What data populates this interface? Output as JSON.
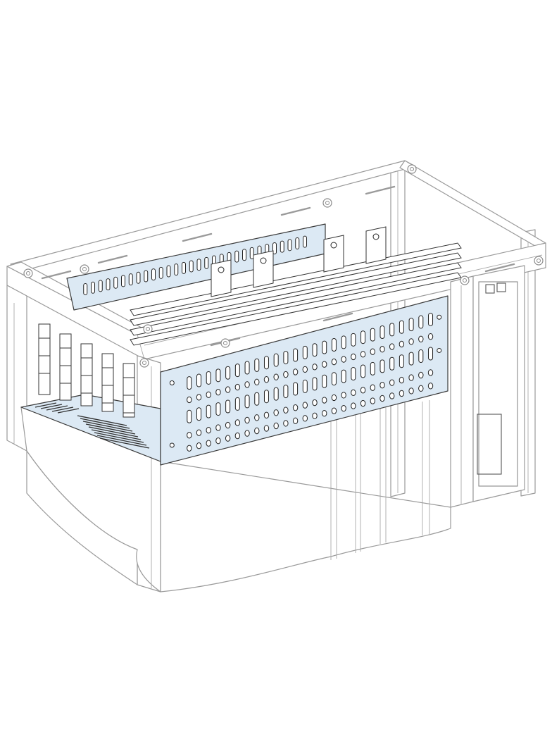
{
  "colors": {
    "panel_fill": "#dce9f4",
    "frame_stroke": "#9a9a9a",
    "line_dark": "#333333",
    "background": "#ffffff"
  },
  "icons": [
    "enclosure-frame",
    "perforated-panel",
    "busbar-rail",
    "support-clamp"
  ]
}
